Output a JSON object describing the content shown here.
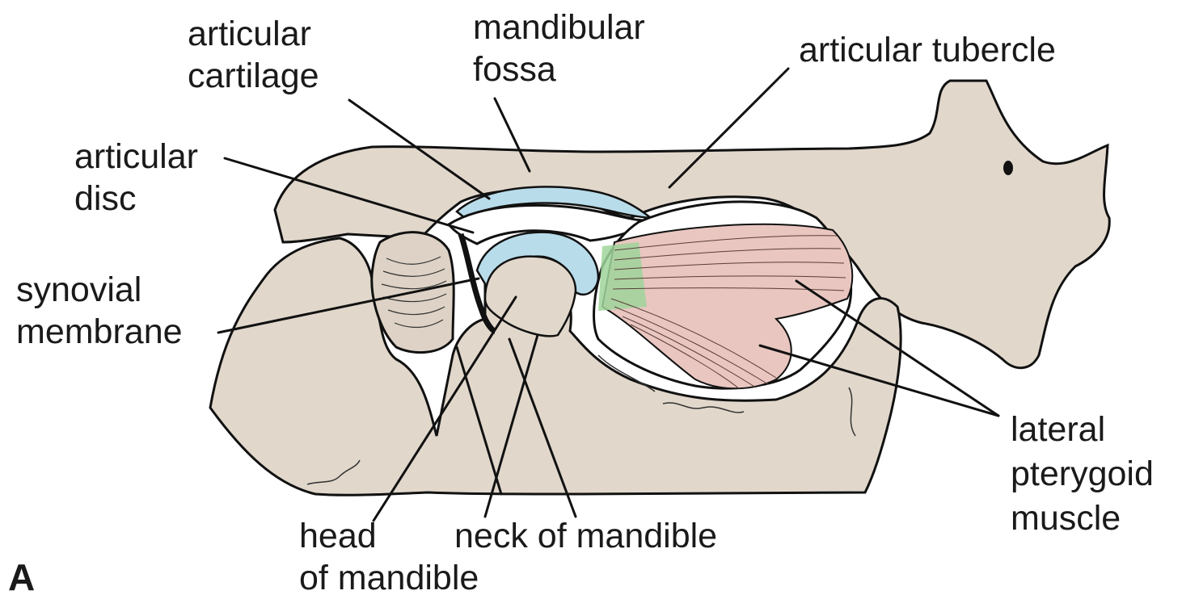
{
  "panel_letter": "A",
  "labels": {
    "articular_cartilage": [
      "articular",
      "cartilage"
    ],
    "mandibular_fossa": [
      "mandibular",
      "fossa"
    ],
    "articular_tubercle": [
      "articular tubercle"
    ],
    "articular_disc": [
      "articular",
      "disc"
    ],
    "synovial_membrane": [
      "synovial",
      "membrane"
    ],
    "lateral_pterygoid_muscle": [
      "lateral",
      "pterygoid",
      "muscle"
    ],
    "head_of_mandible": [
      "head",
      "of mandible"
    ],
    "neck_of_mandible": [
      "neck of mandible"
    ]
  },
  "colors": {
    "bone": "#e1d7cb",
    "outline": "#111111",
    "cartilage": "#b8dcea",
    "synovial_cavity": "#ffffff",
    "muscle": "#d9a8a2",
    "tendon": "#7fc47f",
    "text": "#1a1a1a"
  }
}
